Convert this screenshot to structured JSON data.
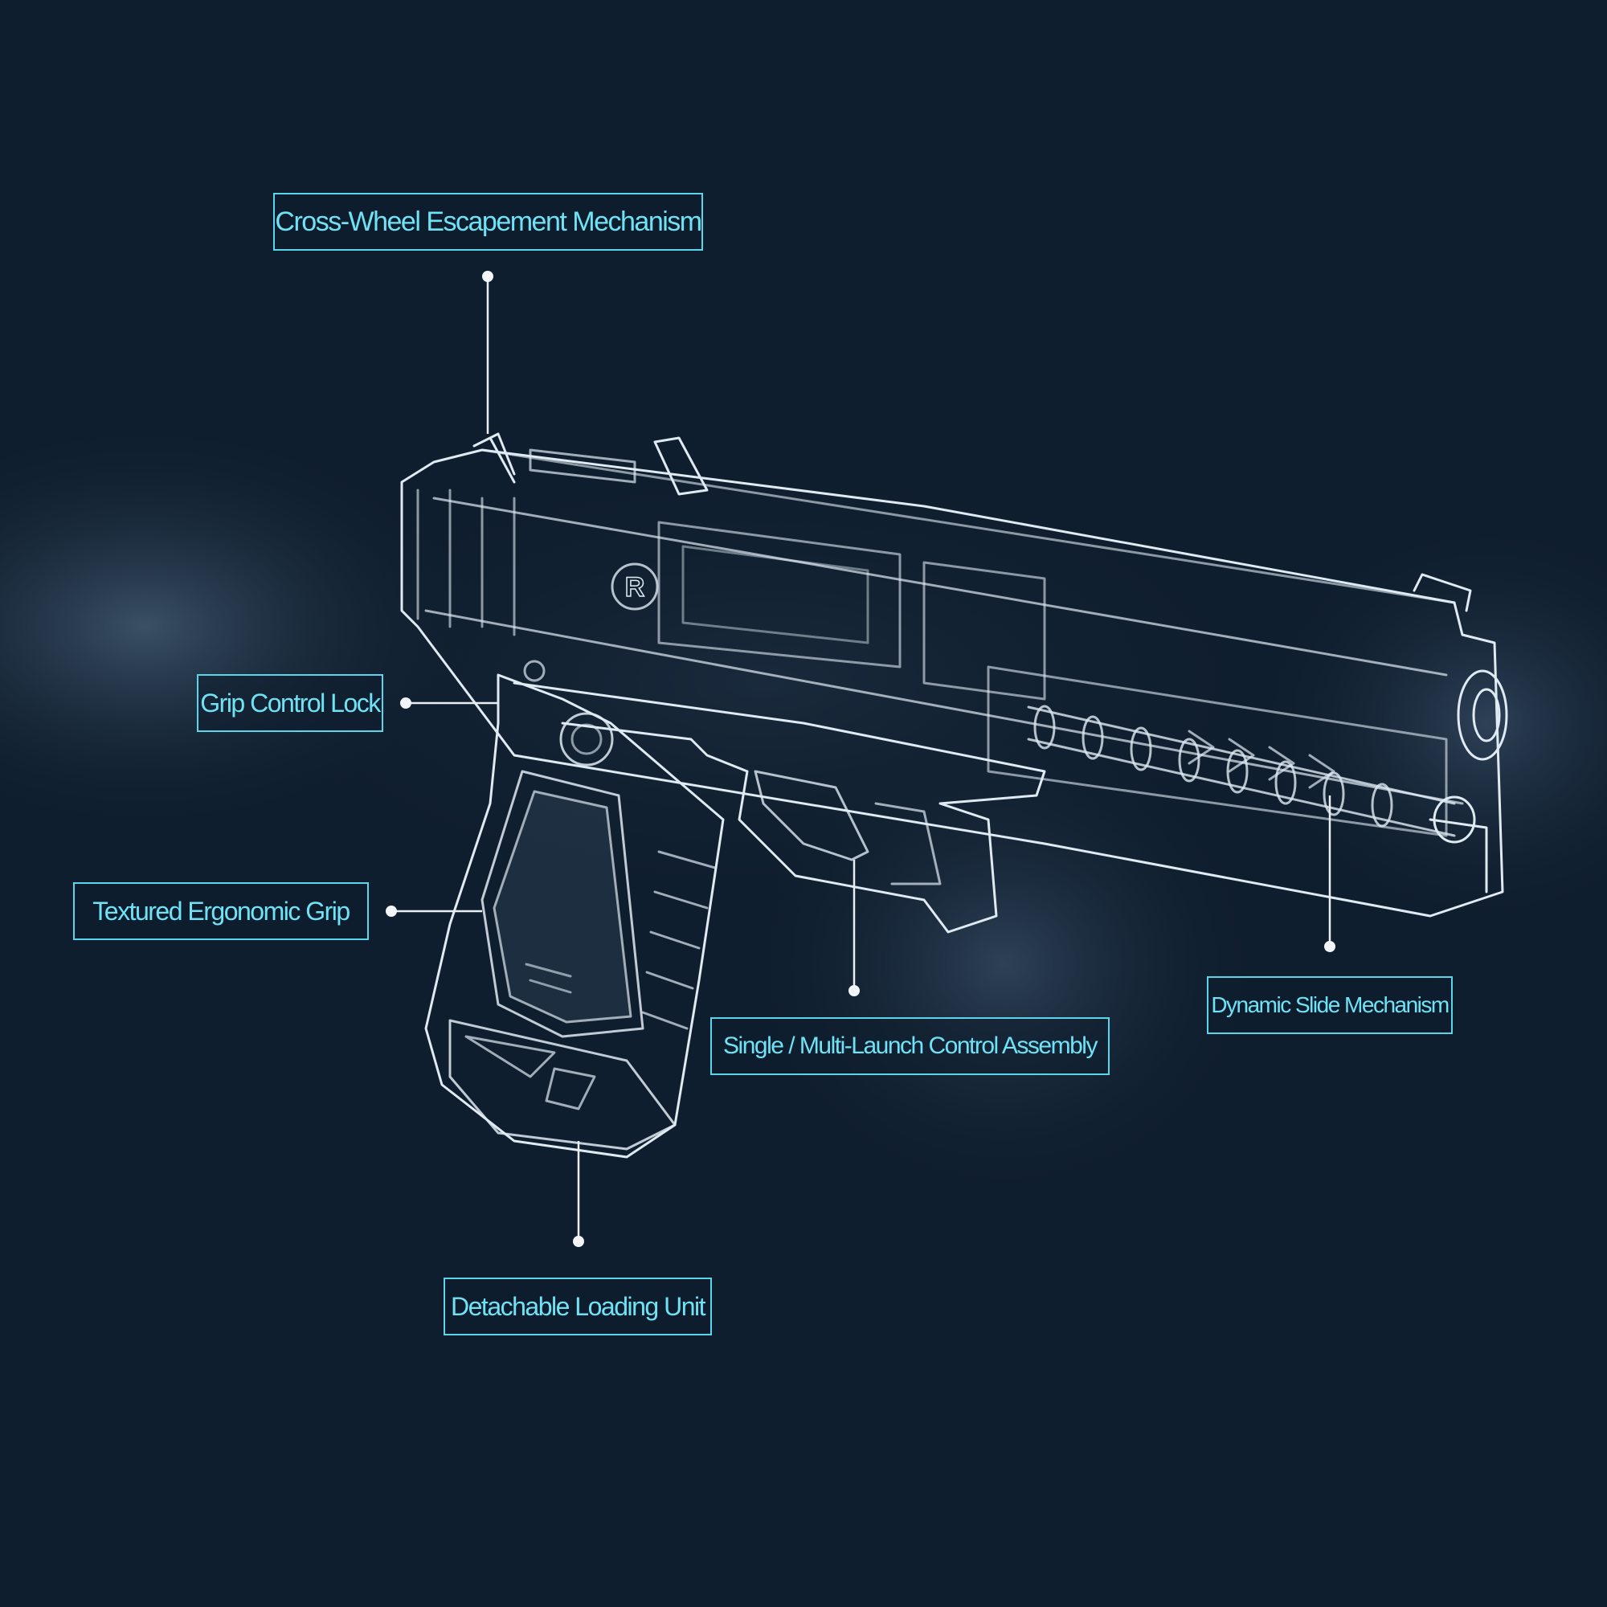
{
  "colors": {
    "background": "#0f1e2e",
    "label_border": "#5ad6ec",
    "label_text": "#6fe3f5",
    "linework": "#dfeaf3",
    "leader_line": "#e8eef4"
  },
  "subject_icon": "blaster-wireframe-icon",
  "callouts": {
    "cross_wheel": "Cross-Wheel Escapement Mechanism",
    "grip_lock": "Grip Control Lock",
    "textured_grip": "Textured Ergonomic Grip",
    "dynamic_slide": "Dynamic Slide Mechanism",
    "launch_control": "Single / Multi-Launch Control Assembly",
    "loading_unit": "Detachable Loading Unit"
  },
  "emblem": "R"
}
